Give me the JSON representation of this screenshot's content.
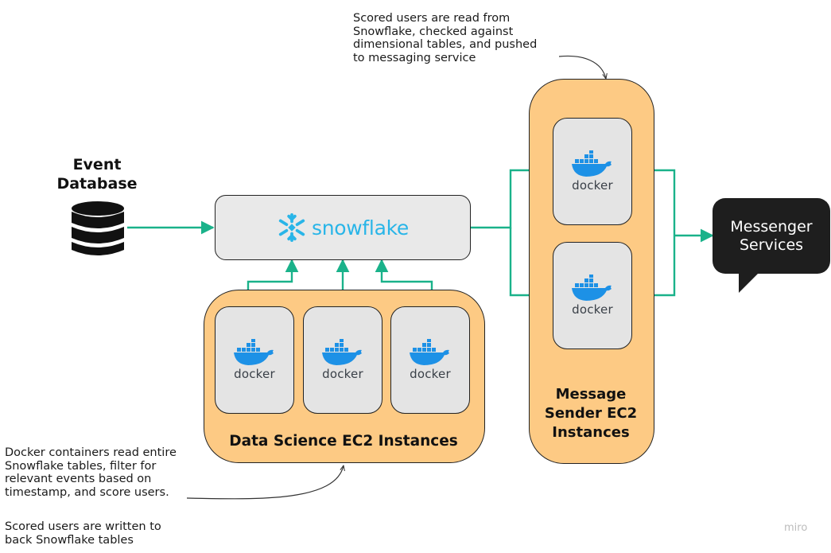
{
  "notes": {
    "top_right": "Scored users are read from\nSnowflake, checked against\ndimensional tables, and pushed\nto messaging service",
    "bottom_left_1": "Docker containers read entire\nSnowflake tables, filter for\nrelevant events based on\ntimestamp, and score users.",
    "bottom_left_2": "Scored users are written to\nback Snowflake tables"
  },
  "event_database": {
    "label": "Event\nDatabase"
  },
  "snowflake": {
    "wordmark": "snowflake"
  },
  "data_science": {
    "title": "Data Science EC2 Instances",
    "containers": [
      {
        "label": "docker"
      },
      {
        "label": "docker"
      },
      {
        "label": "docker"
      }
    ]
  },
  "message_sender": {
    "title": "Message\nSender EC2\nInstances",
    "containers": [
      {
        "label": "docker"
      },
      {
        "label": "docker"
      }
    ]
  },
  "messenger_services": {
    "label": "Messenger\nServices"
  },
  "watermark": "miro",
  "colors": {
    "arrow": "#1ab28a",
    "group_fill": "#fdca84",
    "snowflake_blue": "#29b5e8",
    "docker_blue": "#1d91e6",
    "messenger_fill": "#1e1e1e"
  }
}
